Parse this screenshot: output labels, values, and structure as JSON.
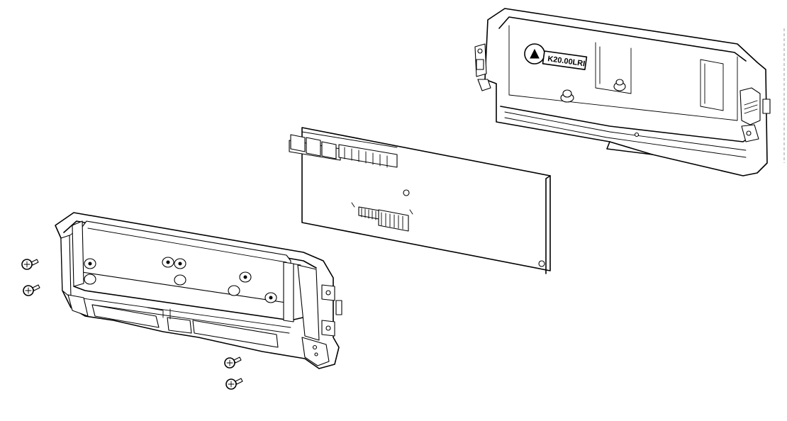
{
  "diagram": {
    "parts": [
      {
        "id": "top-cover",
        "marking": "K20.00LRI"
      },
      {
        "id": "circuit-board"
      },
      {
        "id": "base-housing"
      },
      {
        "id": "screws",
        "count": 4
      }
    ]
  }
}
